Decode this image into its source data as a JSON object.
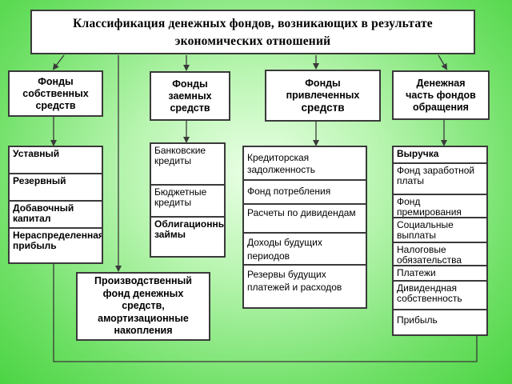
{
  "title": {
    "line1": "Классификация денежных фондов, возникающих в результате",
    "line2": "экономических отношений"
  },
  "columns": [
    {
      "header_lines": [
        "Фонды",
        "собственных",
        "средств"
      ],
      "items": [
        "Уставный",
        "Резервный",
        "Добавочный капитал",
        "Нераспределенная прибыль"
      ]
    },
    {
      "header_lines": [
        "Фонды",
        "заемных",
        "средств"
      ],
      "items": [
        "Банковские кредиты",
        "Бюджетные кредиты",
        "Облигационные займы"
      ]
    },
    {
      "header_lines": [
        "Фонды",
        "привлеченных",
        "средств"
      ],
      "items": [
        "Кредиторская задолженность",
        "Фонд потребления",
        "Расчеты по дивидендам",
        "Доходы будущих периодов",
        "Резервы будущих платежей и расходов"
      ]
    },
    {
      "header_lines": [
        "Денежная",
        "часть фондов",
        "обращения"
      ],
      "items": [
        "Выручка",
        "Фонд заработной платы",
        "Фонд премирования",
        "Социальные выплаты",
        "Налоговые обязательства",
        "Платежи",
        "Дивидендная собственность",
        "Прибыль"
      ]
    }
  ],
  "production_fund": {
    "lines": [
      "Производственный",
      "фонд денежных",
      "средств,",
      "амортизационные",
      "накопления"
    ]
  },
  "colors": {
    "border": "#3a3a3a",
    "background": "#6fe066"
  }
}
